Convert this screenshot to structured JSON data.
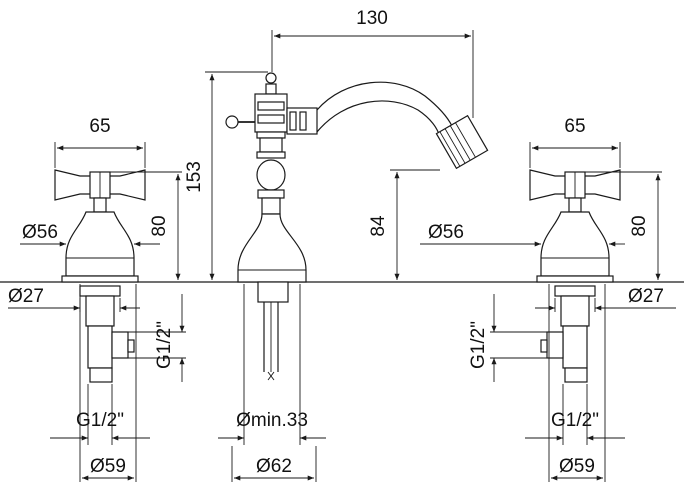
{
  "dimensions": {
    "spout_reach": "130",
    "left_handle_width": "65",
    "right_handle_width": "65",
    "center_height": "153",
    "left_handle_height": "80",
    "right_handle_height": "80",
    "spout_height": "84",
    "left_base_dia": "Ø56",
    "right_base_dia": "Ø56",
    "left_flange_dia": "Ø27",
    "right_flange_dia": "Ø27",
    "left_thread_vertical": "G1/2\"",
    "right_thread_vertical": "G1/2\"",
    "left_thread_horizontal": "G1/2\"",
    "right_thread_horizontal": "G1/2\"",
    "center_hole": "Ømin.33",
    "left_bottom_dia": "Ø59",
    "right_bottom_dia": "Ø59",
    "center_bottom_dia": "Ø62"
  }
}
